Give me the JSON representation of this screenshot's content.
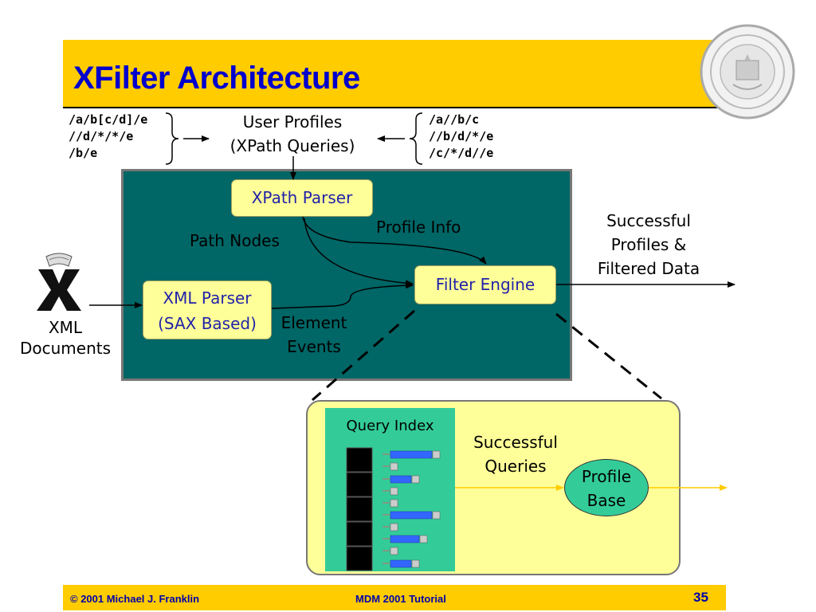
{
  "slide": {
    "title": "XFilter Architecture",
    "left_queries": [
      "/a/b[c/d]/e",
      "//d/*/*/e",
      "/b/e"
    ],
    "right_queries": [
      "/a//b/c",
      "//b/d/*/e",
      "/c/*/d//e"
    ],
    "user_profiles": [
      "User Profiles",
      "(XPath Queries)"
    ],
    "xpath_parser": "XPath Parser",
    "filter_engine": "Filter Engine",
    "xml_parser": [
      "XML Parser",
      "(SAX Based)"
    ],
    "path_nodes": "Path Nodes",
    "profile_info": "Profile Info",
    "element_events": [
      "Element",
      "Events"
    ],
    "successful_profiles": [
      "Successful",
      "Profiles &",
      "Filtered Data"
    ],
    "xml_documents": [
      "XML",
      "Documents"
    ],
    "query_index": "Query Index",
    "successful_queries": [
      "Successful",
      "Queries"
    ],
    "profile_base": [
      "Profile",
      "Base"
    ]
  },
  "footer": {
    "left": "© 2001 Michael J. Franklin",
    "center": "MDM 2001 Tutorial",
    "page": "35"
  },
  "colors": {
    "title_band": "#ffcc00",
    "title_text": "#0000cc",
    "main_box": "#006666",
    "yellow_box": "#ffff99",
    "green": "#33cc99"
  },
  "icons": [
    "university-seal-icon",
    "xml-x-logo-icon"
  ]
}
